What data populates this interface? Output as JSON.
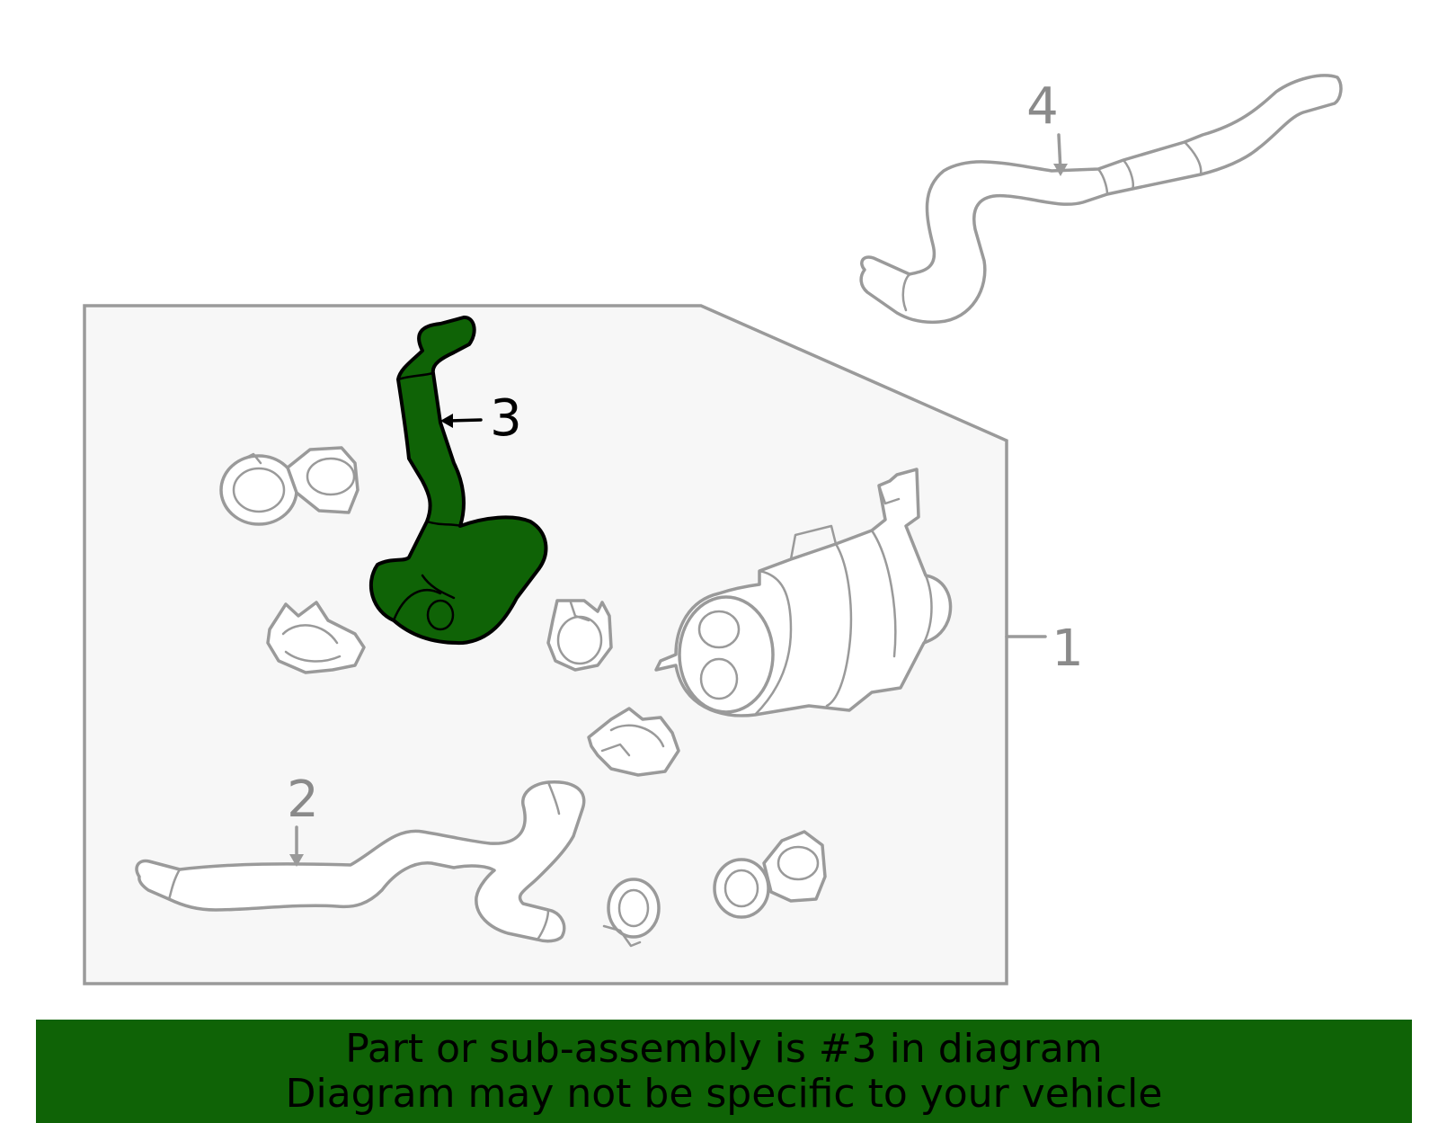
{
  "callouts": {
    "c1": "1",
    "c2": "2",
    "c3": "3",
    "c4": "4"
  },
  "highlight_color": "#0f6306",
  "banner": {
    "line1": "Part or sub-assembly is #3 in diagram",
    "line2": "Diagram may not be specific to your vehicle"
  }
}
